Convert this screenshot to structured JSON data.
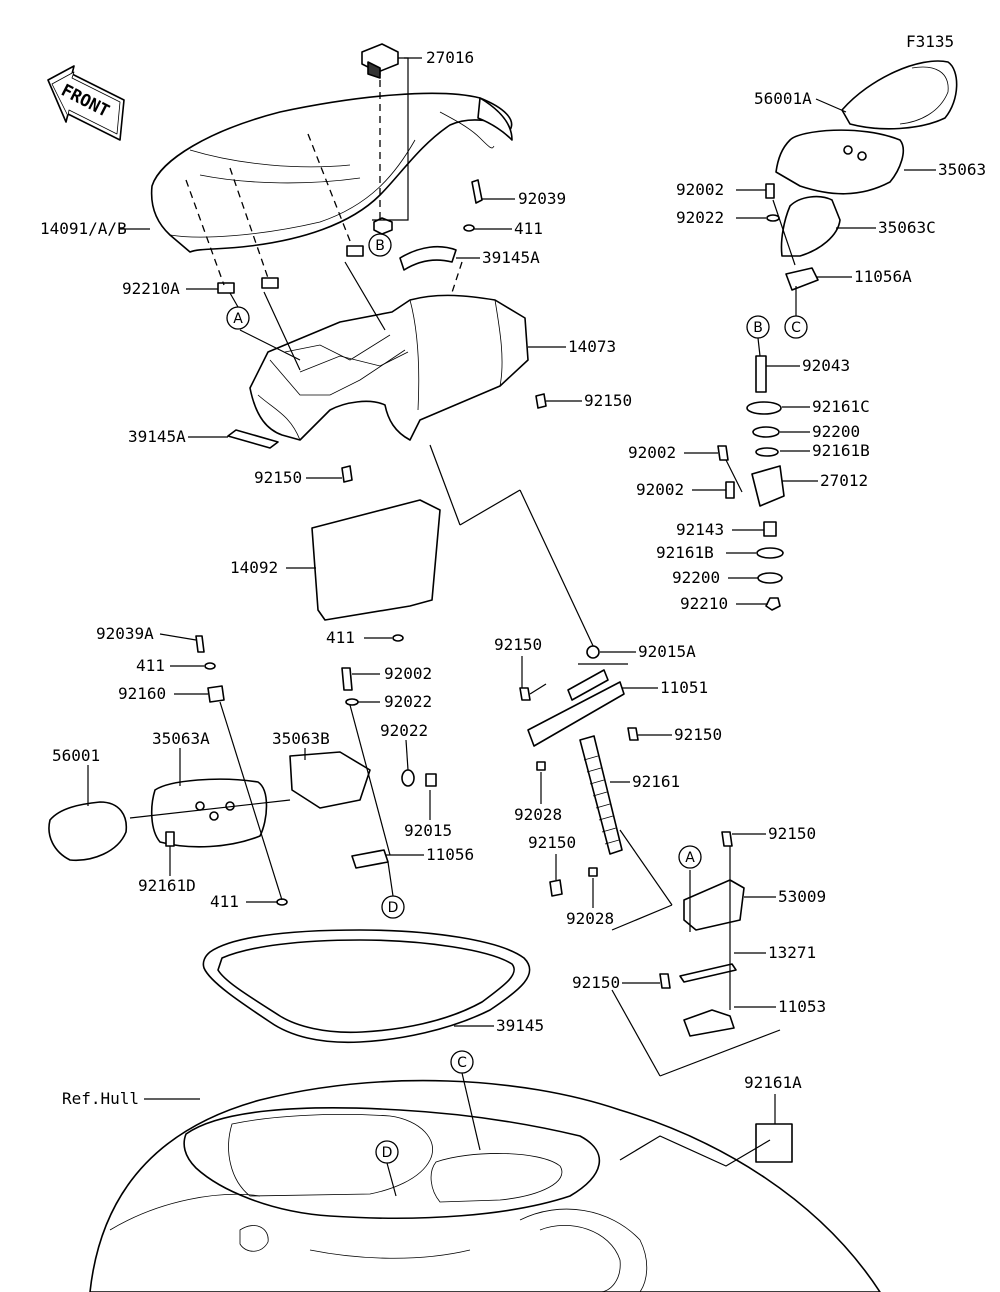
{
  "figure_code": "F3135",
  "front_label": "FRONT",
  "ref_label": "Ref.Hull",
  "callouts": [
    "A",
    "B",
    "C",
    "D"
  ],
  "parts": [
    "27016",
    "14091/A/B",
    "92210A",
    "92039",
    "411",
    "39145A",
    "14073",
    "92150",
    "39145A",
    "92150",
    "14092",
    "411",
    "56001A",
    "35063",
    "92002",
    "92022",
    "35063C",
    "11056A",
    "92043",
    "92161C",
    "92200",
    "92161B",
    "92002",
    "27012",
    "92002",
    "92143",
    "92161B",
    "92200",
    "92210",
    "92039A",
    "411",
    "92160",
    "56001",
    "35063A",
    "35063B",
    "92002",
    "92022",
    "92022",
    "92015",
    "11056",
    "92161D",
    "411",
    "92150",
    "92015A",
    "11051",
    "92150",
    "92161",
    "92028",
    "92150",
    "92028",
    "92150",
    "53009",
    "13271",
    "92150",
    "11053",
    "39145",
    "92161A"
  ]
}
